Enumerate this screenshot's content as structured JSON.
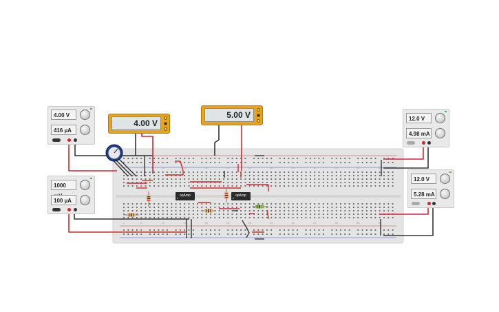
{
  "supplies": {
    "top_left": {
      "voltage": "4.00 V",
      "current": "416 µA"
    },
    "bottom_left": {
      "voltage": "1000 mV",
      "current": "100 µA"
    },
    "top_right": {
      "voltage": "12.0 V",
      "current": "4.98 mA"
    },
    "bottom_right": {
      "voltage": "12.0 V",
      "current": "5.28 mA"
    }
  },
  "meters": {
    "left": {
      "reading": "4.00 V"
    },
    "right": {
      "reading": "5.00 V"
    }
  },
  "chips": [
    {
      "label": "opAmp"
    },
    {
      "label": "opAmp"
    }
  ],
  "breadboard": {
    "column_numbers": [
      "1",
      "5",
      "10",
      "15",
      "20",
      "25",
      "30",
      "35",
      "40",
      "45",
      "50",
      "55",
      "60"
    ]
  },
  "colors": {
    "wire_red": "#d8242a",
    "wire_black": "#333333",
    "meter_body": "#e8a51c",
    "breadboard": "#e4e4e4",
    "chip": "#2a2a2a",
    "led_green": "#39c24a"
  }
}
